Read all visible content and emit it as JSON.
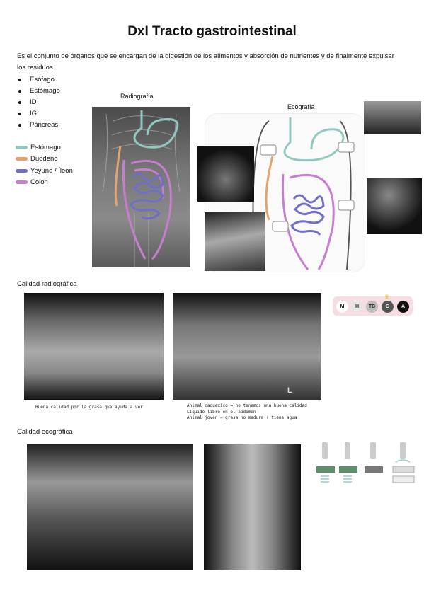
{
  "title": "DxI Tracto gastrointestinal",
  "intro": "Es el conjunto de órganos que se encargan de la digestión de los alimentos y absorción de nutrientes y de finalmente expulsar los residuos.",
  "organs": [
    "Esófago",
    "Estómago",
    "ID",
    "IG",
    "Páncreas"
  ],
  "legend": [
    {
      "label": "Estómago",
      "color": "#8fc9c2"
    },
    {
      "label": "Duodeno",
      "color": "#e0a46e"
    },
    {
      "label": "Yeyuno / Íleon",
      "color": "#6f6fc8"
    },
    {
      "label": "Colon",
      "color": "#c87ed0"
    }
  ],
  "labels": {
    "radiografia": "Radiografía",
    "ecografia": "Ecografía"
  },
  "sections": {
    "calidad_radiografica": "Calidad radiográfica",
    "calidad_ecografica": "Calidad ecográfica"
  },
  "quality_scale": {
    "items": [
      {
        "label": "M",
        "bg": "#ffffff",
        "fg": "#222222"
      },
      {
        "label": "H",
        "bg": "#e6e6e6",
        "fg": "#222222"
      },
      {
        "label": "TB",
        "bg": "#bdbdbd",
        "fg": "#222222"
      },
      {
        "label": "G",
        "bg": "#555555",
        "fg": "#ffffff"
      },
      {
        "label": "A",
        "bg": "#111111",
        "fg": "#ffffff"
      }
    ],
    "crown_color": "#f0c419"
  },
  "captions": {
    "left": "Buena calidad por la grasa que ayuda a ver",
    "right": [
      "Animal caquexico → no tenemos una buena calidad",
      "Líquido libre en el abdomen",
      "Animal joven → grasa no madura + tiene agua"
    ]
  },
  "xray_marker": "L",
  "probe_colors": [
    "#5a8f6a",
    "#5a8f6a",
    "#777777",
    "#dddddd"
  ]
}
